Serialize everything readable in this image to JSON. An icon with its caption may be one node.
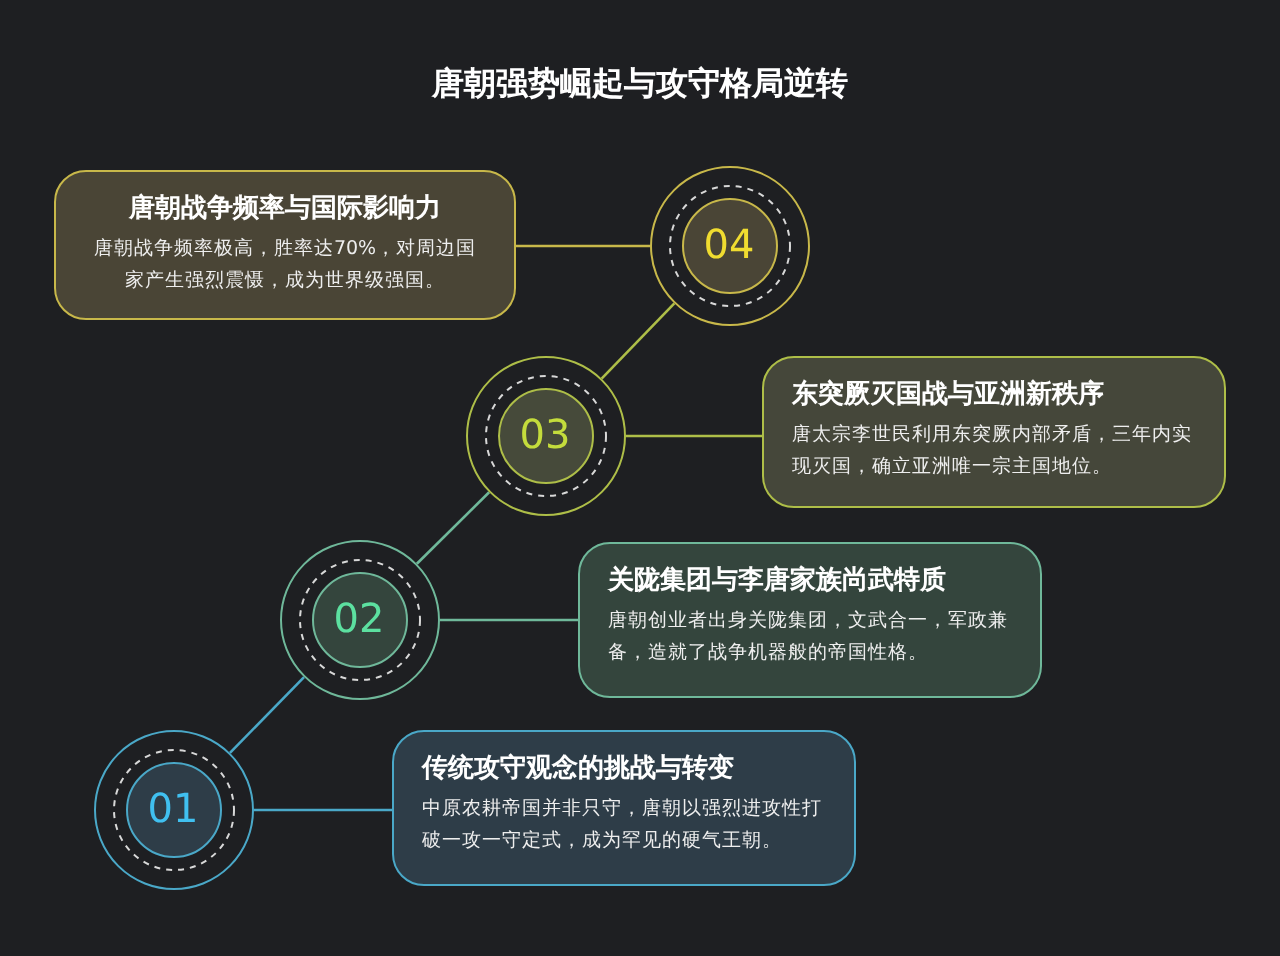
{
  "diagram": {
    "title": "唐朝强势崛起与攻守格局逆转",
    "nodes": [
      {
        "text": [
          "唐朝战争频率与国际影响力",
          "唐朝战争频率极高，胜率达70%，对周边国家产生强烈震慑，成为世界级强国。"
        ]
      },
      {
        "text": [
          "04"
        ]
      },
      {
        "text": [
          "03"
        ]
      },
      {
        "text": [
          "东突厥灭国战与亚洲新秩序",
          "唐太宗李世民利用东突厥内部矛盾，三年内实现灭国，确立亚洲唯一宗主国地位。"
        ]
      },
      {
        "text": [
          "02"
        ]
      },
      {
        "text": [
          "关陇集团与李唐家族尚武特质",
          "唐朝创业者出身关陇集团，文武合一，军政兼备，造就了战争机器般的帝国性格。"
        ]
      },
      {
        "text": [
          "01"
        ]
      },
      {
        "text": [
          "传统攻守观念的挑战与转变",
          "中原农耕帝国并非只守，唐朝以强烈进攻性打破一攻一守定式，成为罕见的硬气王朝。"
        ]
      }
    ],
    "edges": [
      {
        "from": 0,
        "to": 1,
        "arrow": "none",
        "color": "#c8b84a"
      },
      {
        "from": 2,
        "to": 3,
        "arrow": "none",
        "color": "#aebe48"
      },
      {
        "from": 4,
        "to": 5,
        "arrow": "none",
        "color": "#6fb89a"
      },
      {
        "from": 6,
        "to": 7,
        "arrow": "none",
        "color": "#4aa8c8"
      },
      {
        "from": 6,
        "to": 4,
        "arrow": "none",
        "color": "#4aa8c8"
      },
      {
        "from": 4,
        "to": 2,
        "arrow": "none",
        "color": "#6fb89a"
      },
      {
        "from": 2,
        "to": 1,
        "arrow": "none",
        "color": "#aebe48"
      }
    ]
  }
}
